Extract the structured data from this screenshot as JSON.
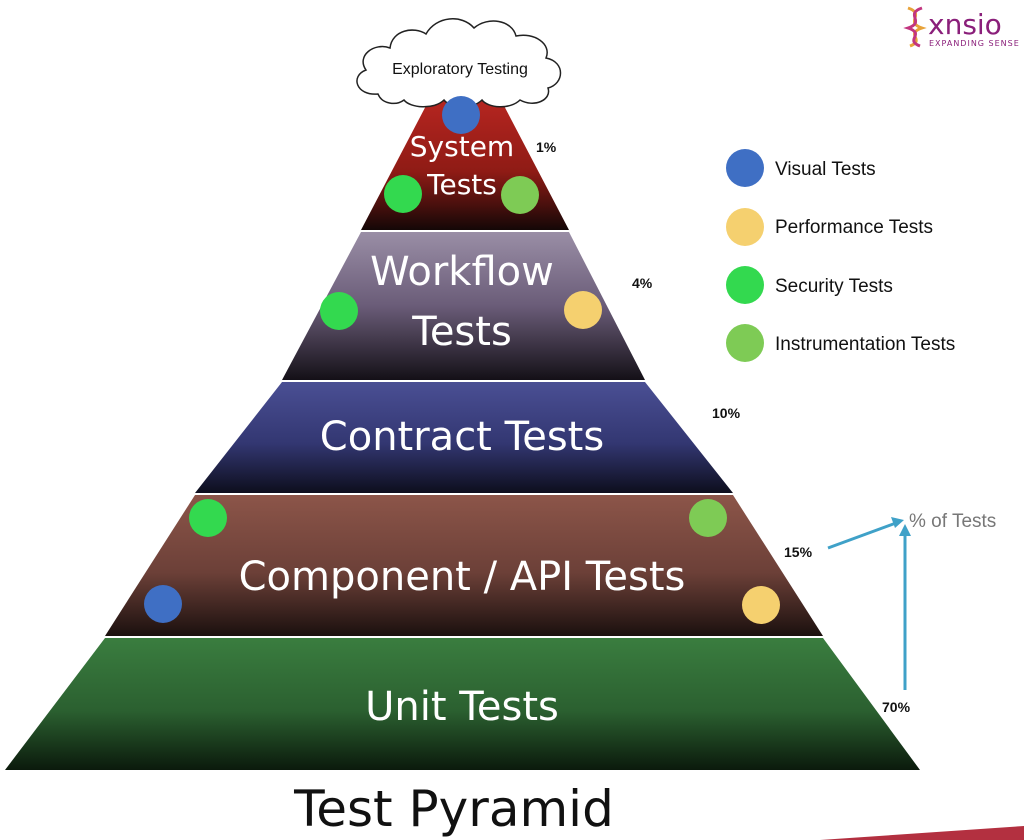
{
  "title": "Test Pyramid",
  "cloud_label": "Exploratory Testing",
  "logo": {
    "name": "xnsio",
    "tagline": "EXPANDING SENSE"
  },
  "layers": [
    {
      "line1": "System",
      "line2": "Tests",
      "percent": "1%",
      "color": "#a8201a"
    },
    {
      "line1": "Workflow",
      "line2": "Tests",
      "percent": "4%",
      "color": "#7d6e8a"
    },
    {
      "line1": "Contract Tests",
      "line2": "",
      "percent": "10%",
      "color": "#3b3f7e"
    },
    {
      "line1": "Component / API Tests",
      "line2": "",
      "percent": "15%",
      "color": "#7d4a40"
    },
    {
      "line1": "Unit Tests",
      "line2": "",
      "percent": "70%",
      "color": "#2f6a34"
    }
  ],
  "legend": [
    {
      "label": "Visual Tests",
      "color": "#3f6fc4"
    },
    {
      "label": "Performance Tests",
      "color": "#f5d06f"
    },
    {
      "label": "Security Tests",
      "color": "#33d94f"
    },
    {
      "label": "Instrumentation Tests",
      "color": "#7ecb55"
    }
  ],
  "axis_label": "% of Tests",
  "arrow_color": "#3fa1c8"
}
